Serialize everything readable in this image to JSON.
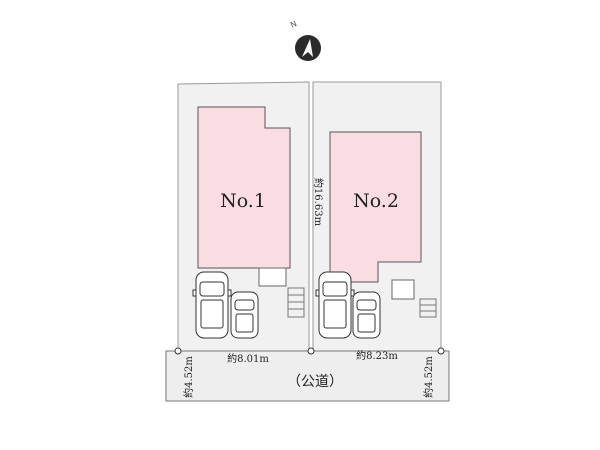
{
  "compass": {
    "label": "N",
    "icon": "north-arrow-icon"
  },
  "lots": [
    {
      "label": "No.1"
    },
    {
      "label": "No.2"
    }
  ],
  "dimensions": {
    "lot_depth": "約16.63m",
    "lot1_frontage": "約8.01m",
    "lot2_frontage": "約8.23m",
    "road_width_left": "約4.52m",
    "road_width_right": "約4.52m"
  },
  "road": {
    "label": "（公道）"
  },
  "colors": {
    "house_fill": "#f9dde2",
    "lot_fill": "#f1f1f1",
    "road_fill": "#eeeeee",
    "compass_fill": "#2b2b2b"
  }
}
